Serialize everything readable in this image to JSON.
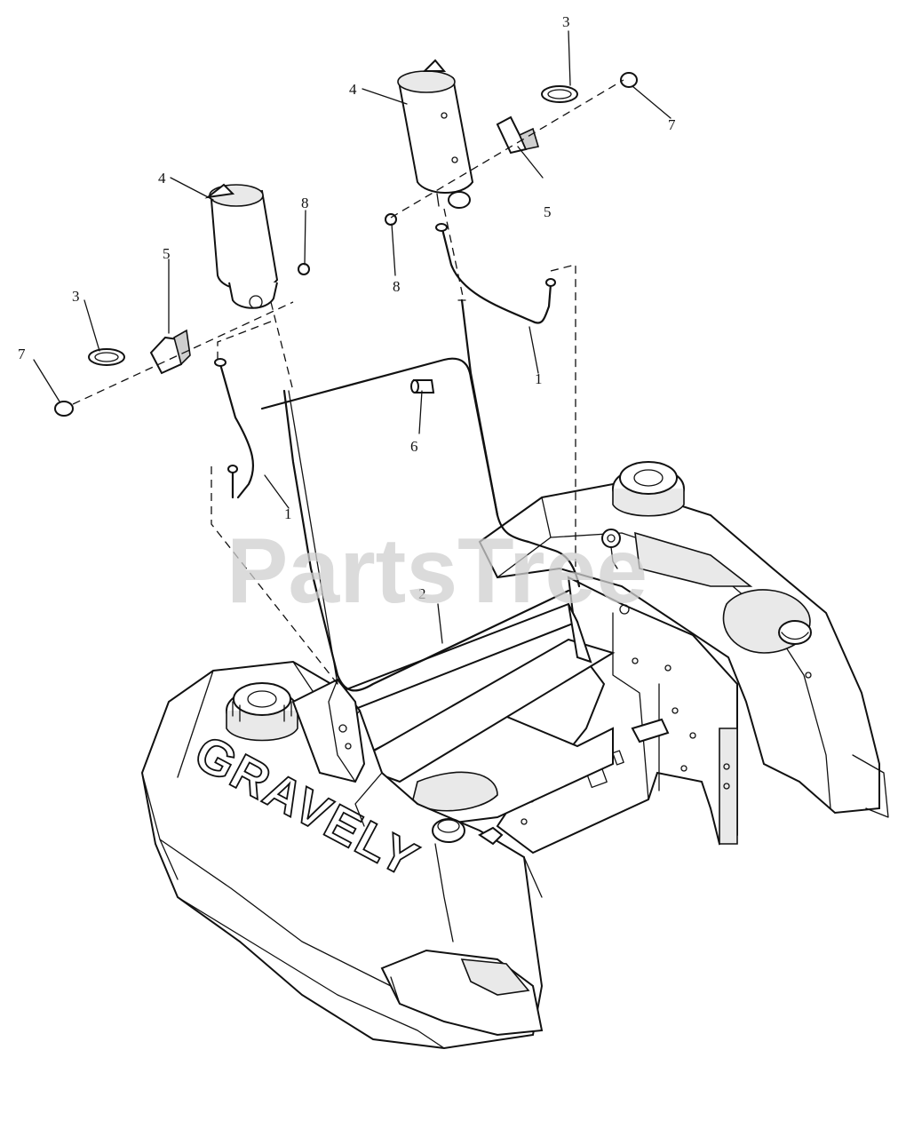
{
  "watermark": "PartsTree",
  "brand_label": "GRAVELY",
  "callouts": [
    "1",
    "1",
    "2",
    "3",
    "3",
    "4",
    "4",
    "5",
    "5",
    "6",
    "7",
    "7",
    "8",
    "8"
  ]
}
